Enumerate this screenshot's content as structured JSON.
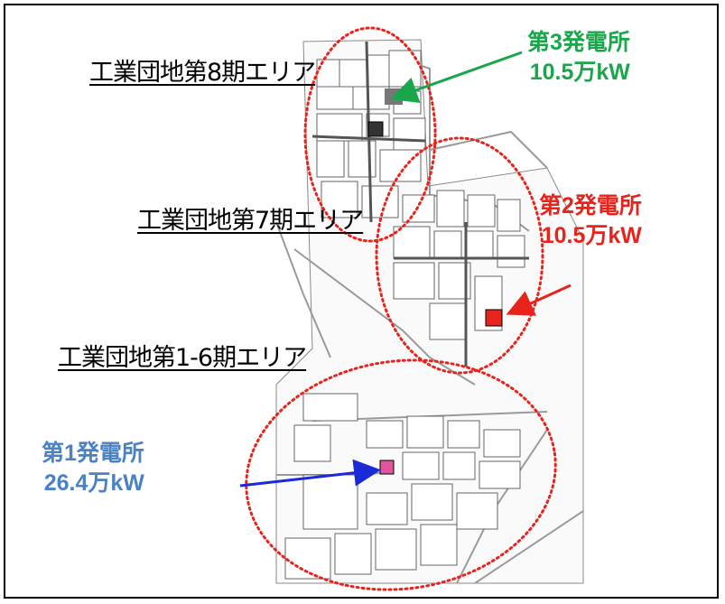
{
  "areas": {
    "phase8": "工業団地第8期エリア",
    "phase7": "工業団地第7期エリア",
    "phase1_6": "工業団地第1-6期エリア"
  },
  "plants": [
    {
      "name": "第3発電所",
      "capacity": "10.5万kW",
      "color": "#1aa64a"
    },
    {
      "name": "第2発電所",
      "capacity": "10.5万kW",
      "color": "#e8231c"
    },
    {
      "name": "第1発電所",
      "capacity": "26.4万kW",
      "color": "#4a82c4"
    }
  ],
  "marker_colors": {
    "plant3": "#333333",
    "plant2": "#e8231c",
    "plant1": "#e0559b"
  },
  "line_colors": {
    "ellipse": "#e8231c",
    "arrow_green": "#1aa64a",
    "arrow_red": "#e8231c",
    "arrow_blue": "#1a2ad6"
  }
}
